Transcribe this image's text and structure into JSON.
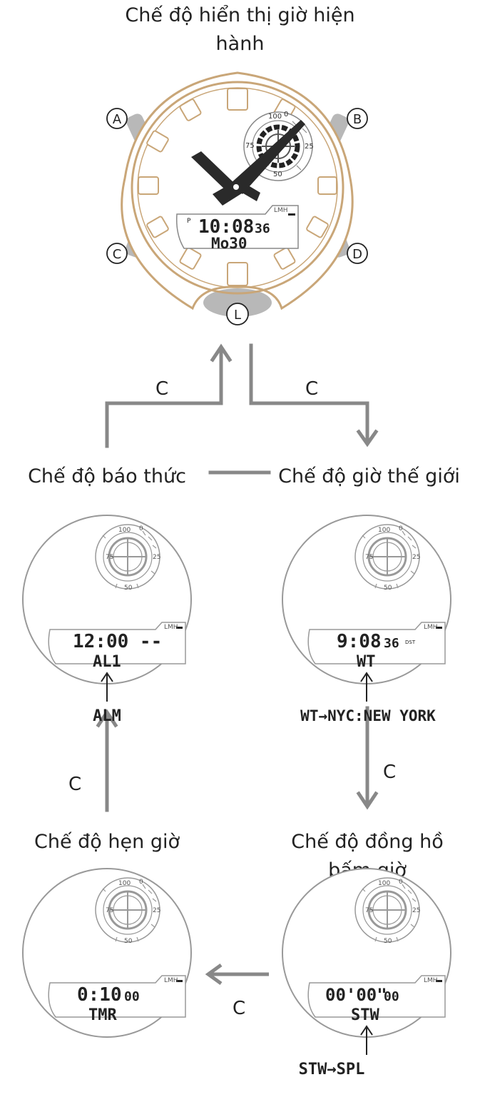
{
  "modes": {
    "timekeeping": "Chế độ hiển thị giờ hiện hành",
    "alarm": "Chế độ báo thức",
    "world_time": "Chế độ giờ thế giới",
    "timer": "Chế độ hẹn giờ",
    "stopwatch": "Chế độ đồng hồ bấm giờ"
  },
  "buttons": {
    "a": "A",
    "b": "B",
    "c": "C",
    "d": "D",
    "l": "L"
  },
  "arrow_label": "C",
  "dial_scale": {
    "s0": "0",
    "s25": "25",
    "s50": "50",
    "s75": "75",
    "s100": "100"
  },
  "lmh": "LMH",
  "main_display": {
    "pm": "P",
    "time": "10:08",
    "seconds": "36",
    "date": "Mo30"
  },
  "alarm_display": {
    "time": "12:00 --",
    "label": "AL1",
    "callout": "ALM"
  },
  "world_display": {
    "time": "9:08",
    "seconds": "36",
    "dst": "DST",
    "label": "WT",
    "callout": "WT→NYC:NEW YORK"
  },
  "timer_display": {
    "time": "0:10",
    "seconds": "00",
    "label": "TMR"
  },
  "stopwatch_display": {
    "time": "00'00\"",
    "seconds": "00",
    "label": "STW",
    "callout": "STW→SPL"
  }
}
